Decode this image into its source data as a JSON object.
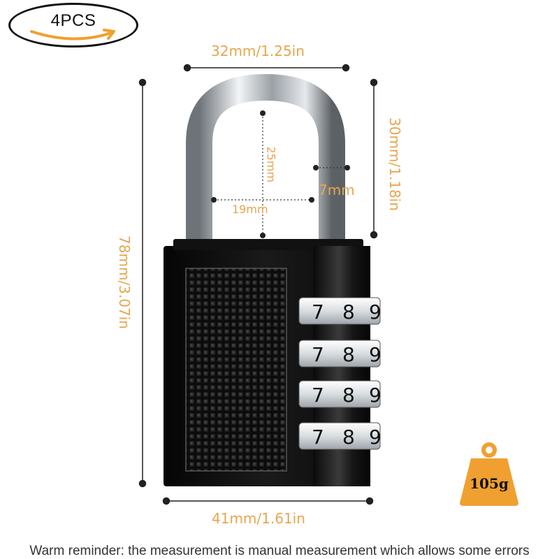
{
  "badge": {
    "label": "4PCS"
  },
  "dimensions": {
    "top_width": "32mm/1.25in",
    "shackle_height": "30mm/1.18in",
    "total_height": "78mm/3.07in",
    "bottom_width": "41mm/1.61in",
    "inner_height": "25mm",
    "inner_width": "19mm",
    "shackle_thickness": "7mm"
  },
  "weight": {
    "label": "105g",
    "color": "#f0a030"
  },
  "dials": [
    {
      "digits": [
        "7",
        "8",
        "9"
      ]
    },
    {
      "digits": [
        "7",
        "8",
        "9"
      ]
    },
    {
      "digits": [
        "7",
        "8",
        "9"
      ]
    },
    {
      "digits": [
        "7",
        "8",
        "9"
      ]
    }
  ],
  "footer": {
    "text": "Warm reminder: the measurement is manual measurement which allows some errors"
  },
  "colors": {
    "dimension_text": "#e6a64e",
    "lock_body": "#111111",
    "shackle": "#c8ccd0"
  }
}
